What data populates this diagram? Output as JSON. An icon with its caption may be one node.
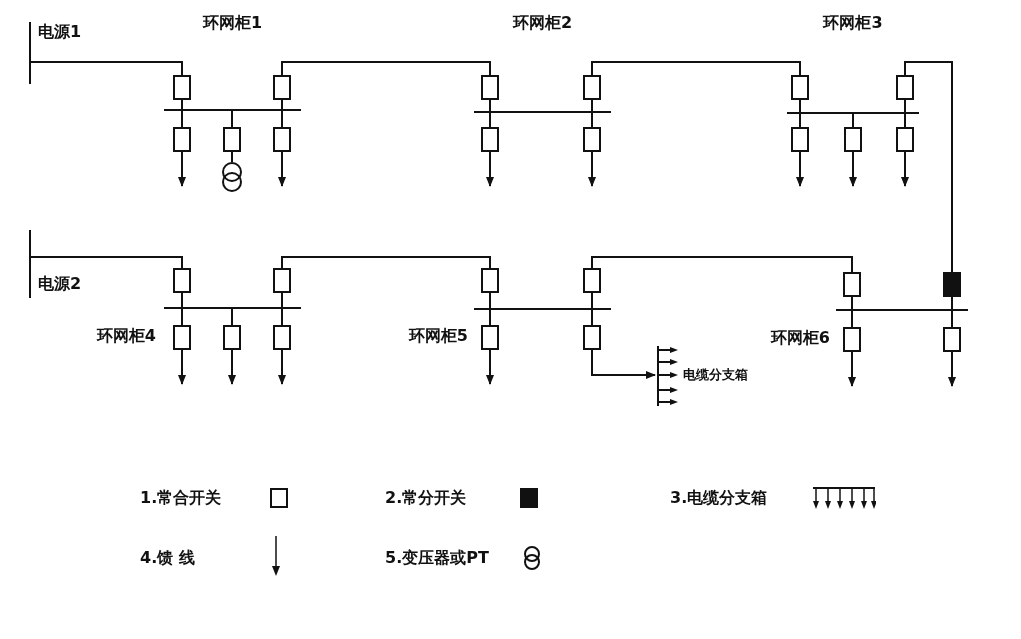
{
  "diagram": {
    "nodes": [
      {
        "text": [
          "电源1"
        ]
      },
      {
        "text": [
          "环网柜1"
        ]
      },
      {
        "text": [
          "环网柜2"
        ]
      },
      {
        "text": [
          "环网柜3"
        ]
      },
      {
        "text": [],
        "shape": "circle"
      },
      {
        "text": [
          "电源2"
        ]
      },
      {
        "text": [
          "环网柜4"
        ]
      },
      {
        "text": [
          "环网柜5"
        ]
      },
      {
        "text": [
          "电缆分支箱"
        ]
      },
      {
        "text": [
          "环网柜6"
        ]
      }
    ],
    "edges": [
      {
        "from": 0,
        "to": 1,
        "arrow": "none"
      },
      {
        "from": 1,
        "to": 2,
        "arrow": "none"
      },
      {
        "from": 2,
        "to": 3,
        "arrow": "none"
      },
      {
        "from": 3,
        "to": 9,
        "arrow": "none"
      },
      {
        "from": 5,
        "to": 6,
        "arrow": "none"
      },
      {
        "from": 6,
        "to": 7,
        "arrow": "none"
      },
      {
        "from": 7,
        "to": 9,
        "arrow": "none"
      },
      {
        "from": 7,
        "to": 8,
        "arrow": "to"
      },
      {
        "from": 1,
        "to": 4,
        "arrow": "none"
      },
      {
        "from": 1,
        "to": null,
        "arrow": "to"
      },
      {
        "from": 1,
        "to": null,
        "arrow": "to"
      },
      {
        "from": 2,
        "to": null,
        "arrow": "to"
      },
      {
        "from": 2,
        "to": null,
        "arrow": "to"
      },
      {
        "from": 3,
        "to": null,
        "arrow": "to"
      },
      {
        "from": 3,
        "to": null,
        "arrow": "to"
      },
      {
        "from": 3,
        "to": null,
        "arrow": "to"
      },
      {
        "from": 6,
        "to": null,
        "arrow": "to"
      },
      {
        "from": 6,
        "to": null,
        "arrow": "to"
      },
      {
        "from": 6,
        "to": null,
        "arrow": "to"
      },
      {
        "from": 7,
        "to": null,
        "arrow": "to"
      },
      {
        "from": 9,
        "to": null,
        "arrow": "to"
      },
      {
        "from": 9,
        "to": null,
        "arrow": "to"
      }
    ],
    "legend": [
      {
        "text": "1.常合开关"
      },
      {
        "text": "2.常分开关"
      },
      {
        "text": "3.电缆分支箱"
      },
      {
        "text": "4.馈 线"
      },
      {
        "text": "5.变压器或PT"
      }
    ]
  }
}
